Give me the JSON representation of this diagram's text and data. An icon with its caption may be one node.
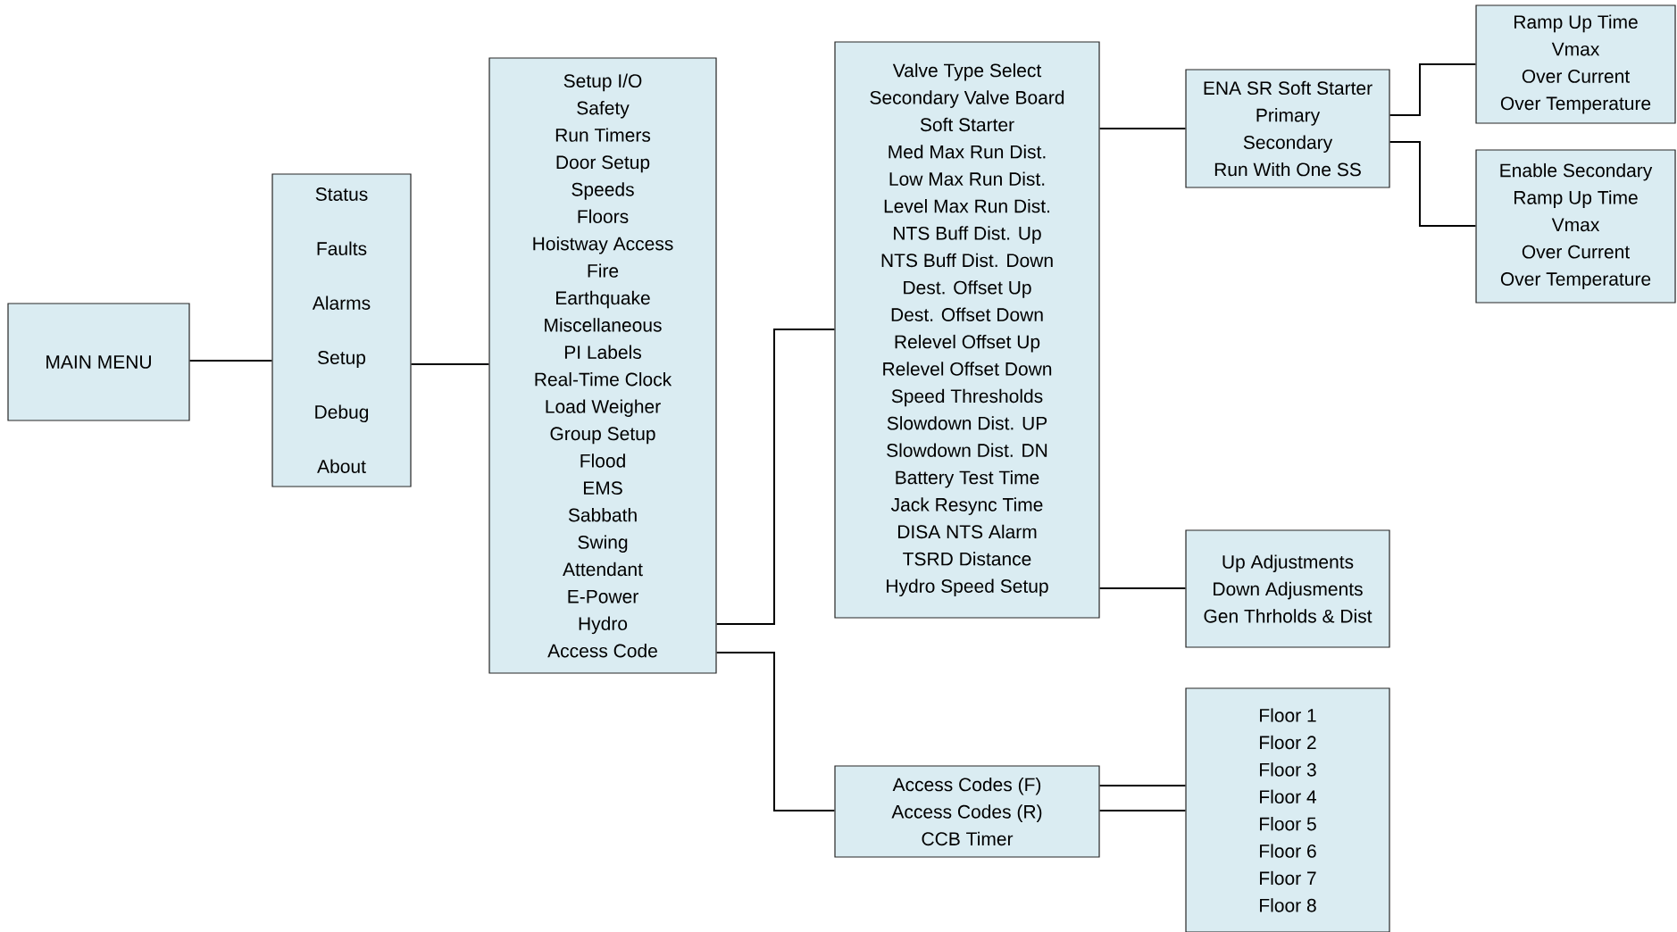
{
  "diagram": {
    "nodes": [
      {
        "text": [
          "MAIN MENU"
        ]
      },
      {
        "text": [
          "Status",
          "Faults",
          "Alarms",
          "Setup",
          "Debug",
          "About"
        ]
      },
      {
        "text": [
          "Setup I/O",
          "Safety",
          "Run Timers",
          "Door Setup",
          "Speeds",
          "Floors",
          "Hoistway Access",
          "Fire",
          "Earthquake",
          "Miscellaneous",
          "PI Labels",
          "Real-Time Clock",
          "Load Weigher",
          "Group Setup",
          "Flood",
          "EMS",
          "Sabbath",
          "Swing",
          "Attendant",
          "E-Power",
          "Hydro",
          "Access Code"
        ]
      },
      {
        "text": [
          "Valve Type Select",
          "Secondary Valve Board",
          "Soft Starter",
          "Med Max Run Dist.",
          "Low Max Run Dist.",
          "Level Max Run Dist.",
          "NTS Buff Dist. Up",
          "NTS Buff Dist. Down",
          "Dest. Offset Up",
          "Dest. Offset Down",
          "Relevel Offset Up",
          "Relevel Offset Down",
          "Speed Thresholds",
          "Slowdown Dist. UP",
          "Slowdown Dist. DN",
          "Battery Test Time",
          "Jack Resync Time",
          "DISA NTS Alarm",
          "TSRD Distance",
          "Hydro Speed Setup"
        ]
      },
      {
        "text": [
          "Access Codes (F)",
          "Access Codes (R)",
          "CCB Timer"
        ]
      },
      {
        "text": [
          "ENA SR Soft Starter",
          "Primary",
          "Secondary",
          "Run With One SS"
        ]
      },
      {
        "text": [
          "Ramp Up Time",
          "Vmax",
          "Over Current",
          "Over Temperature"
        ]
      },
      {
        "text": [
          "Enable Secondary",
          "Ramp Up Time",
          "Vmax",
          "Over Current",
          "Over Temperature"
        ]
      },
      {
        "text": [
          "Up Adjustments",
          "Down Adjusments",
          "Gen Thrholds & Dist"
        ]
      },
      {
        "text": [
          "Floor 1",
          "Floor 2",
          "Floor 3",
          "Floor 4",
          "Floor 5",
          "Floor 6",
          "Floor 7",
          "Floor 8"
        ]
      }
    ],
    "edges": [
      {
        "from": 0,
        "to": 1,
        "arrow": "none"
      },
      {
        "from": 1,
        "to": 2,
        "arrow": "none"
      },
      {
        "from": 2,
        "to": 3,
        "arrow": "none"
      },
      {
        "from": 2,
        "to": 4,
        "arrow": "none"
      },
      {
        "from": 3,
        "to": 5,
        "arrow": "none"
      },
      {
        "from": 3,
        "to": 8,
        "arrow": "none"
      },
      {
        "from": 5,
        "to": 6,
        "arrow": "none"
      },
      {
        "from": 5,
        "to": 7,
        "arrow": "none"
      },
      {
        "from": 4,
        "to": 9,
        "arrow": "none"
      },
      {
        "from": 4,
        "to": 9,
        "arrow": "none"
      }
    ]
  }
}
